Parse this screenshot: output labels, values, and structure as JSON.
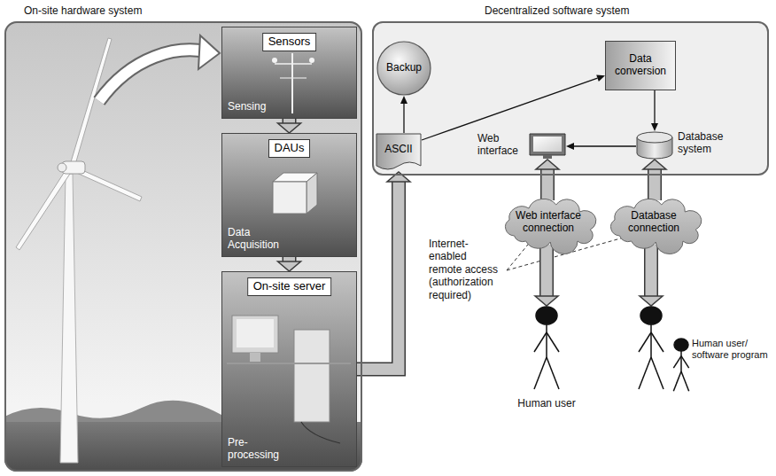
{
  "diagram": {
    "nodes": [
      {
        "text": [
          "On-site hardware system"
        ]
      },
      {
        "text": [
          "Sensors",
          "Sensing"
        ],
        "in": 0
      },
      {
        "text": [
          "DAUs",
          "Data Acquisition"
        ],
        "in": 0
      },
      {
        "text": [
          "On-site server",
          "Pre-processing"
        ],
        "in": 0
      },
      {
        "text": [
          "Decentralized software system"
        ]
      },
      {
        "text": [
          "Backup"
        ],
        "in": 4
      },
      {
        "text": [
          "Data conversion"
        ],
        "in": 4
      },
      {
        "text": [
          "ASCII"
        ],
        "in": 4
      },
      {
        "text": [
          "Web interface"
        ],
        "in": 4
      },
      {
        "text": [
          "Database system"
        ],
        "in": 4
      },
      {
        "text": [
          "Web interface connection"
        ]
      },
      {
        "text": [
          "Database connection"
        ]
      },
      {
        "text": [
          "Human user"
        ]
      },
      {
        "text": [
          "Human user/ software program"
        ]
      }
    ],
    "edges": [
      {
        "from": 1,
        "to": 2,
        "arrow": "to"
      },
      {
        "from": 2,
        "to": 3,
        "arrow": "to"
      },
      {
        "from": 3,
        "to": 7,
        "arrow": "to"
      },
      {
        "from": 7,
        "to": 5,
        "arrow": "to"
      },
      {
        "from": 7,
        "to": 6,
        "arrow": "to"
      },
      {
        "from": 6,
        "to": 9,
        "arrow": "to"
      },
      {
        "from": 9,
        "to": 8,
        "arrow": "to"
      },
      {
        "from": 10,
        "to": 8,
        "arrow": "to"
      },
      {
        "from": 10,
        "to": 12,
        "arrow": "to"
      },
      {
        "from": 11,
        "to": 9,
        "arrow": "to"
      },
      {
        "from": 11,
        "to": 13,
        "arrow": "to"
      }
    ],
    "labels": [
      "Internet-enabled remote access (authorization required)"
    ]
  }
}
